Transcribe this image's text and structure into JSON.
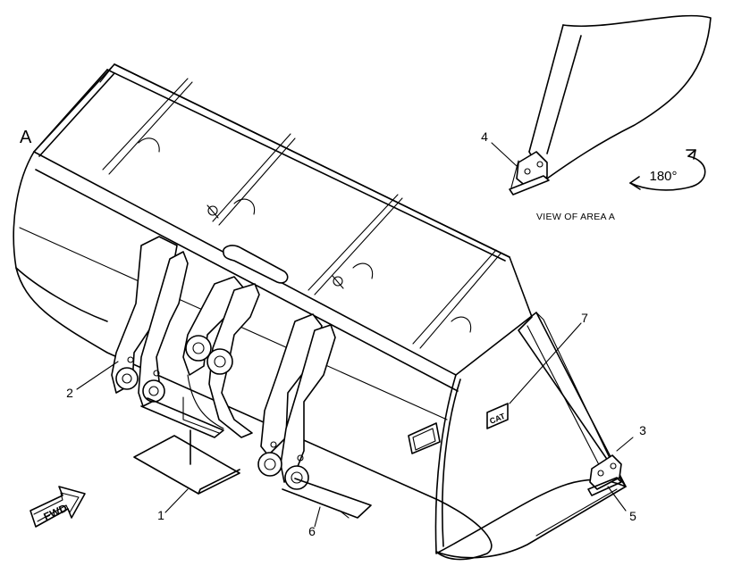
{
  "diagram": {
    "view_letter": "A",
    "view_caption": "VIEW OF AREA  A",
    "rotation_label": "180°",
    "forward_label": "FWD",
    "brand_badge": "CAT",
    "callouts": [
      "1",
      "2",
      "3",
      "4",
      "5",
      "6",
      "7"
    ]
  }
}
